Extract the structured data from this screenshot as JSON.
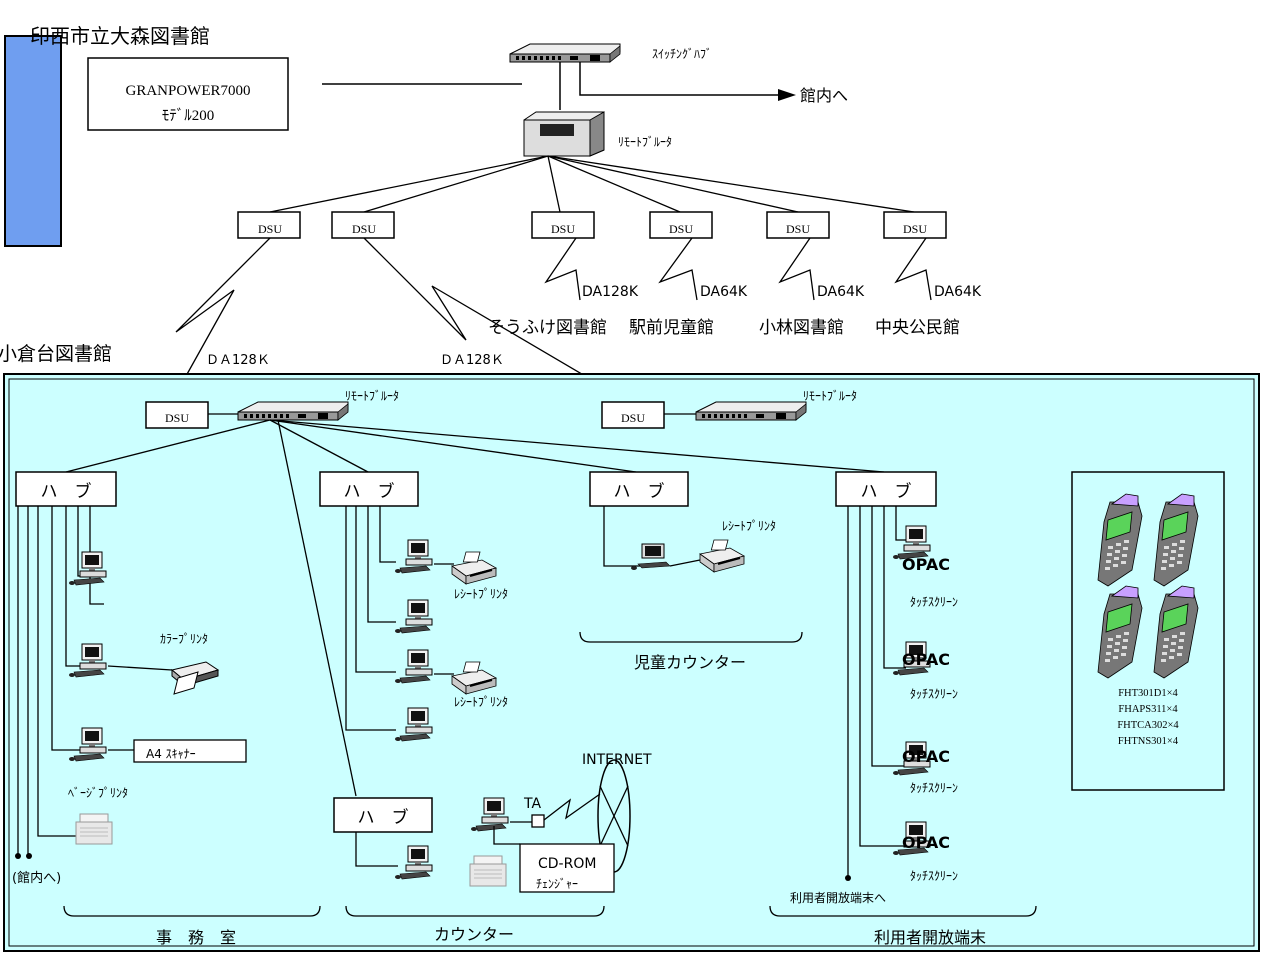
{
  "colors": {
    "outer_panel_fill": "#ccffff",
    "outer_panel_border": "#000000",
    "left_bar_fill": "#6f9ef0",
    "line": "#000000"
  },
  "top": {
    "library_name": "印西市立大森図書館",
    "server_line1": "GRANPOWER7000",
    "server_line2": "ﾓﾃﾞﾙ200",
    "switching_hub_label": "ｽｲｯﾁﾝｸﾞﾊﾌﾞ",
    "to_building": "館内へ",
    "remote_router_label": "ﾘﾓｰﾄﾌﾞﾙｰﾀ",
    "dsu_labels": [
      "DSU",
      "DSU",
      "DSU",
      "DSU",
      "DSU",
      "DSU"
    ],
    "line_speeds": [
      "DA128K",
      "DA64K",
      "DA64K",
      "DA64K"
    ],
    "branch_names": [
      "そうふけ図書館",
      "駅前児童館",
      "小林図書館",
      "中央公民館"
    ]
  },
  "branch": {
    "library_name": "小倉台図書館",
    "link_speeds": [
      "ＤＡ128Ｋ",
      "ＤＡ128Ｋ"
    ],
    "dsu_labels": [
      "DSU",
      "DSU"
    ],
    "router_labels": [
      "ﾘﾓｰﾄﾌﾞﾙｰﾀ",
      "ﾘﾓｰﾄﾌﾞﾙｰﾀ"
    ],
    "hub_label": "ハ　ブ",
    "hub_labels": [
      "ハ　ブ",
      "ハ　ブ",
      "ハ　ブ",
      "ハ　ブ",
      "ハ　ブ"
    ],
    "color_printer": "ｶﾗｰﾌﾟﾘﾝﾀ",
    "receipt_printers": [
      "ﾚｼｰﾄﾌﾟﾘﾝﾀ",
      "ﾚｼｰﾄﾌﾟﾘﾝﾀ",
      "ﾚｼｰﾄﾌﾟﾘﾝﾀ"
    ],
    "a4_scanner": "A4 ｽｷｬﾅｰ",
    "page_printer": "ﾍﾞｰｼﾞﾌﾟﾘﾝﾀ",
    "to_building": "(館内へ)",
    "internet": "INTERNET",
    "ta": "TA",
    "cdrom_line1": "CD-ROM",
    "cdrom_line2": "ﾁｪﾝｼﾞｬｰ",
    "opac_label": "OPAC",
    "touch_screen": "ﾀｯﾁｽｸﾘｰﾝ",
    "public_terminal_to": "利用者開放端末へ",
    "handheld_models": [
      "FHT301D1×4",
      "FHAPS311×4",
      "FHTCA302×4",
      "FHTNS301×4"
    ],
    "zones": [
      "事　務　室",
      "カウンター",
      "児童カウンター",
      "利用者開放端末"
    ]
  }
}
